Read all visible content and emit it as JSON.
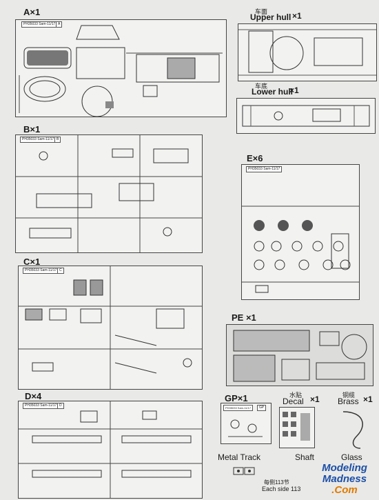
{
  "sprues": {
    "A": {
      "label": "A×1",
      "tag": "PH35033 Sam-11/17",
      "tag_letter": "A"
    },
    "upper_hull": {
      "cn": "车面",
      "label": "Upper hull",
      "count": "×1"
    },
    "lower_hull": {
      "cn": "车底",
      "label": "Lower hull",
      "count": "×1"
    },
    "B": {
      "label": "B×1",
      "tag": "PH35033 Sam-11/17",
      "tag_letter": "B"
    },
    "E": {
      "label": "E×6",
      "tag": "PH35033 Sam-11/17"
    },
    "C": {
      "label": "C×1",
      "tag": "PH35033 Sam-11/17",
      "tag_letter": "C"
    },
    "PE": {
      "label": "PE ×1"
    },
    "D": {
      "label": "D×4",
      "tag": "PH35033 Sam-11/17",
      "tag_letter": "D"
    },
    "GP": {
      "label": "GP×1",
      "tag": "PH35033 Sam-11/17",
      "tag_letter": "GP"
    },
    "decal": {
      "cn": "水贴",
      "label": "Decal",
      "count": "×1"
    },
    "brass": {
      "cn": "铜缆",
      "label": "Brass",
      "count": "×1"
    },
    "track": {
      "label": "Metal Track",
      "cn": "每侧113节",
      "en": "Each side 113"
    },
    "shaft": {
      "label": "Shaft"
    },
    "glass": {
      "label": "Glass"
    }
  },
  "watermark": {
    "line1": "Modeling",
    "line2": "Madness",
    "line3": ".Com",
    "color1": "#1c4fa8",
    "color2": "#e07a00"
  }
}
